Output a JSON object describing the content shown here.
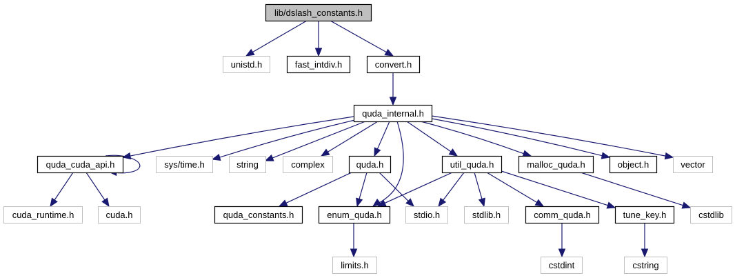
{
  "title": "lib/dslash_constants.h",
  "colors": {
    "edge": "#191970",
    "root_fill": "#bfbfbf",
    "documented_border": "#000000",
    "external_border": "#bfbfbf"
  },
  "nodes": [
    {
      "id": "root",
      "label": "lib/dslash_constants.h",
      "kind": "root"
    },
    {
      "id": "unistd",
      "label": "unistd.h",
      "kind": "external"
    },
    {
      "id": "fast_intdiv",
      "label": "fast_intdiv.h",
      "kind": "documented"
    },
    {
      "id": "convert",
      "label": "convert.h",
      "kind": "documented"
    },
    {
      "id": "quda_internal",
      "label": "quda_internal.h",
      "kind": "documented"
    },
    {
      "id": "quda_cuda_api",
      "label": "quda_cuda_api.h",
      "kind": "documented"
    },
    {
      "id": "sys_time",
      "label": "sys/time.h",
      "kind": "external"
    },
    {
      "id": "string",
      "label": "string",
      "kind": "external"
    },
    {
      "id": "complex",
      "label": "complex",
      "kind": "external"
    },
    {
      "id": "quda",
      "label": "quda.h",
      "kind": "documented"
    },
    {
      "id": "util_quda",
      "label": "util_quda.h",
      "kind": "documented"
    },
    {
      "id": "malloc_quda",
      "label": "malloc_quda.h",
      "kind": "documented"
    },
    {
      "id": "object",
      "label": "object.h",
      "kind": "documented"
    },
    {
      "id": "vector",
      "label": "vector",
      "kind": "external"
    },
    {
      "id": "cuda_runtime",
      "label": "cuda_runtime.h",
      "kind": "external"
    },
    {
      "id": "cuda",
      "label": "cuda.h",
      "kind": "external"
    },
    {
      "id": "quda_constants",
      "label": "quda_constants.h",
      "kind": "documented"
    },
    {
      "id": "enum_quda",
      "label": "enum_quda.h",
      "kind": "documented"
    },
    {
      "id": "stdio",
      "label": "stdio.h",
      "kind": "external"
    },
    {
      "id": "stdlib",
      "label": "stdlib.h",
      "kind": "external"
    },
    {
      "id": "comm_quda",
      "label": "comm_quda.h",
      "kind": "documented"
    },
    {
      "id": "tune_key",
      "label": "tune_key.h",
      "kind": "documented"
    },
    {
      "id": "cstdlib",
      "label": "cstdlib",
      "kind": "external"
    },
    {
      "id": "limits",
      "label": "limits.h",
      "kind": "external"
    },
    {
      "id": "cstdint",
      "label": "cstdint",
      "kind": "external"
    },
    {
      "id": "cstring",
      "label": "cstring",
      "kind": "external"
    }
  ],
  "edges": [
    [
      "root",
      "unistd"
    ],
    [
      "root",
      "fast_intdiv"
    ],
    [
      "root",
      "convert"
    ],
    [
      "convert",
      "quda_internal"
    ],
    [
      "quda_internal",
      "quda_cuda_api"
    ],
    [
      "quda_internal",
      "sys_time"
    ],
    [
      "quda_internal",
      "string"
    ],
    [
      "quda_internal",
      "complex"
    ],
    [
      "quda_internal",
      "quda"
    ],
    [
      "quda_internal",
      "enum_quda"
    ],
    [
      "quda_internal",
      "util_quda"
    ],
    [
      "quda_internal",
      "malloc_quda"
    ],
    [
      "quda_internal",
      "object"
    ],
    [
      "quda_internal",
      "vector"
    ],
    [
      "quda_cuda_api",
      "quda_cuda_api"
    ],
    [
      "quda_cuda_api",
      "cuda_runtime"
    ],
    [
      "quda_cuda_api",
      "cuda"
    ],
    [
      "quda",
      "quda_constants"
    ],
    [
      "quda",
      "enum_quda"
    ],
    [
      "quda",
      "stdio"
    ],
    [
      "util_quda",
      "enum_quda"
    ],
    [
      "util_quda",
      "stdio"
    ],
    [
      "util_quda",
      "stdlib"
    ],
    [
      "util_quda",
      "comm_quda"
    ],
    [
      "util_quda",
      "tune_key"
    ],
    [
      "malloc_quda",
      "cstdlib"
    ],
    [
      "enum_quda",
      "limits"
    ],
    [
      "comm_quda",
      "cstdint"
    ],
    [
      "tune_key",
      "cstring"
    ]
  ]
}
